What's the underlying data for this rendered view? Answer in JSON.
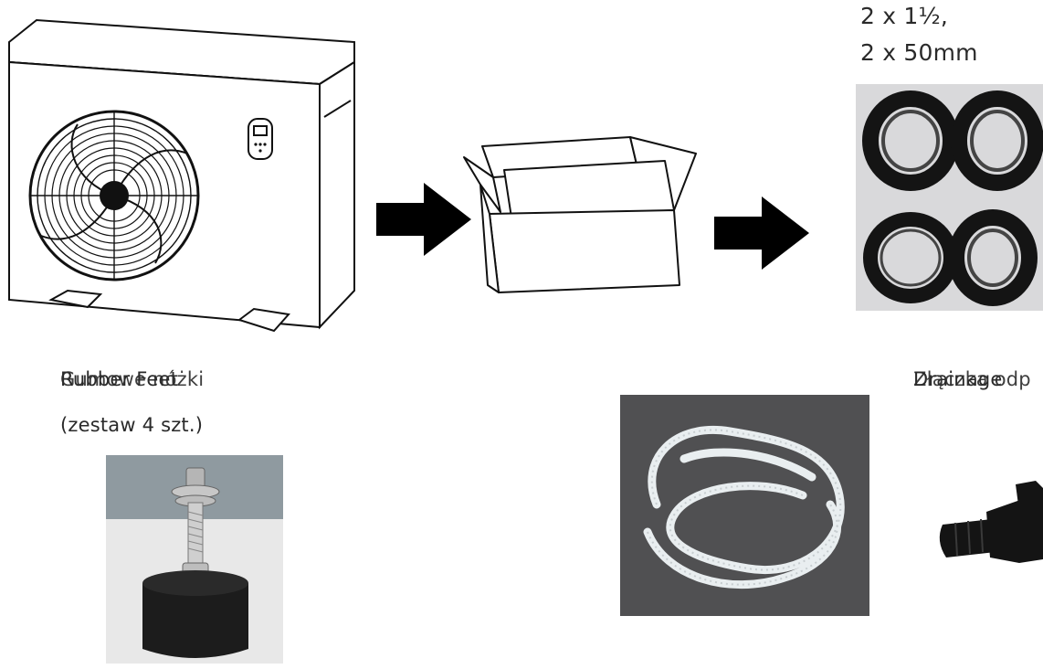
{
  "labels": {
    "connectors_line1": "2 x 1½,",
    "connectors_line2": "2 x 50mm",
    "feet_label_overlap_a": "Rubber Feet",
    "feet_label_overlap_b": "Gumowe nóżki",
    "feet_sub": "(zestaw 4 szt.)",
    "drain_label_overlap_a": "Drainage",
    "drain_label_overlap_b": "Złączka odp"
  },
  "colors": {
    "arrow": "#000000",
    "line_art": "#111111",
    "photo_bg_light": "#d9d9db",
    "hose_bg": "#505052",
    "part_black": "#141414"
  },
  "icons": {
    "arrow": "right-arrow-icon"
  }
}
